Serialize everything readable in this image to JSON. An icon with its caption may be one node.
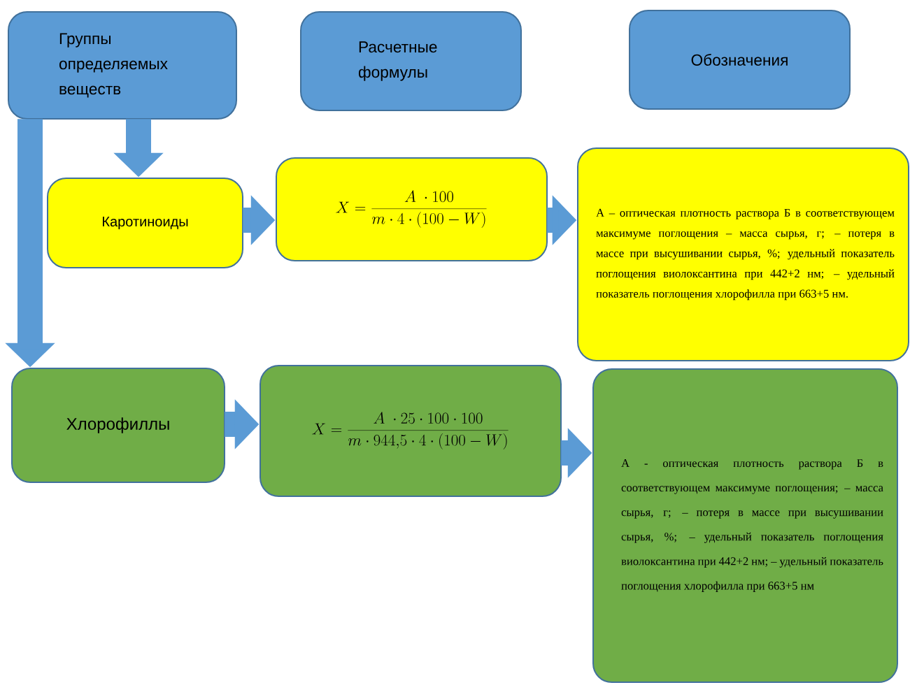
{
  "diagram": {
    "nodes": [
      {
        "text": [
          "Группы определяемых веществ"
        ]
      },
      {
        "text": [
          "Расчетные формулы"
        ]
      },
      {
        "text": [
          "Обозначения"
        ]
      },
      {
        "text": [
          "Каротиноиды"
        ]
      },
      {
        "text": [
          "X = \\frac{A\\ \\cdot 100}{m \\cdot 4 \\cdot (100 - W)}"
        ]
      },
      {
        "text": [
          "А – оптическая плотность раствора Б в соответствующем максимуме поглощения – масса сырья, г; – потеря в массе при высушивании сырья, %; удельный показатель поглощения виолоксантина при 442+2 нм; – удельный показатель поглощения хлорофилла при 663+5 нм."
        ]
      },
      {
        "text": [
          "Хлорофиллы"
        ]
      },
      {
        "text": [
          "X = \\frac{A\\ \\cdot 25 \\cdot 100 \\cdot 100}{m \\cdot 944{,}5 \\cdot 4 \\cdot (100 - W)}"
        ]
      },
      {
        "text": [
          "А - оптическая плотность раствора Б в соответствующем максимуме поглощения; – масса сырья, г; – потеря в массе при высушивании сырья, %; – удельный показатель поглощения виолоксантина при 442+2 нм; – удельный показатель поглощения хлорофилла при 663+5 нм"
        ]
      }
    ],
    "edges": [
      {
        "from": 0,
        "to": 3,
        "arrow": "to"
      },
      {
        "from": 0,
        "to": 6,
        "arrow": "to"
      },
      {
        "from": 3,
        "to": 4,
        "arrow": "to"
      },
      {
        "from": 4,
        "to": 5,
        "arrow": "to"
      },
      {
        "from": 6,
        "to": 7,
        "arrow": "to"
      },
      {
        "from": 7,
        "to": 8,
        "arrow": "to"
      }
    ]
  }
}
